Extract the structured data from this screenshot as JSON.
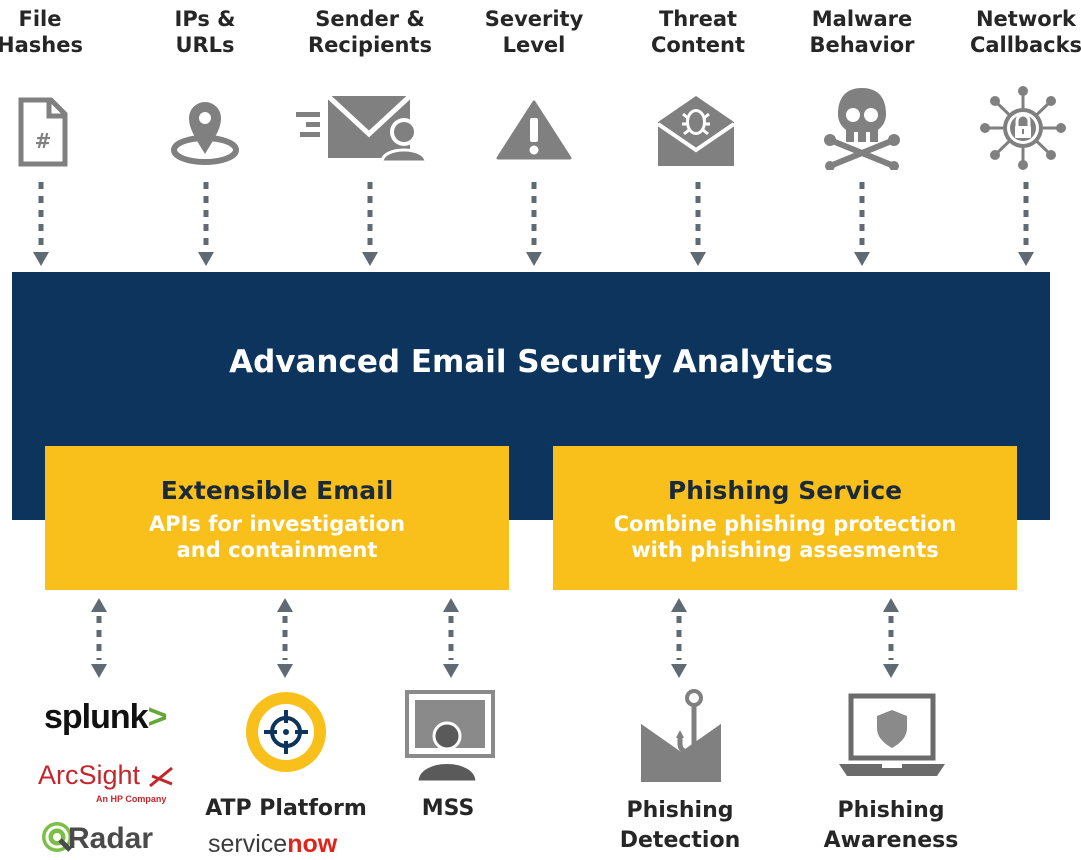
{
  "inputs": [
    {
      "label": "File\nHashes",
      "icon": "file-hash-icon"
    },
    {
      "label": "IPs &\nURLs",
      "icon": "location-pin-icon"
    },
    {
      "label": "Sender &\nRecipients",
      "icon": "email-sender-icon"
    },
    {
      "label": "Severity\nLevel",
      "icon": "warning-icon"
    },
    {
      "label": "Threat\nContent",
      "icon": "bug-envelope-icon"
    },
    {
      "label": "Malware\nBehavior",
      "icon": "skull-crossbones-icon"
    },
    {
      "label": "Network\nCallbacks",
      "icon": "network-lock-icon"
    }
  ],
  "main": {
    "title": "Advanced Email Security Analytics"
  },
  "boxes": {
    "email": {
      "title": "Extensible Email",
      "subtitle": "APIs for investigation\nand containment"
    },
    "phishing": {
      "title": "Phishing Service",
      "subtitle": "Combine phishing protection\nwith phishing assesments"
    }
  },
  "outputs": {
    "atp": "ATP Platform",
    "mss": "MSS",
    "detection": "Phishing\nDetection",
    "awareness": "Phishing\nAwareness"
  },
  "logos": {
    "splunk": "splunk",
    "splunk_arrow": ">",
    "arcsight": "ArcSight",
    "arcsight_sub": "An HP Company",
    "radar": "Radar",
    "servicenow_a": "service",
    "servicenow_b": "now"
  },
  "colors": {
    "band": "#0c345c",
    "box": "#f9c01b",
    "icon": "#808080",
    "servicenow_accent": "#e2231a"
  }
}
